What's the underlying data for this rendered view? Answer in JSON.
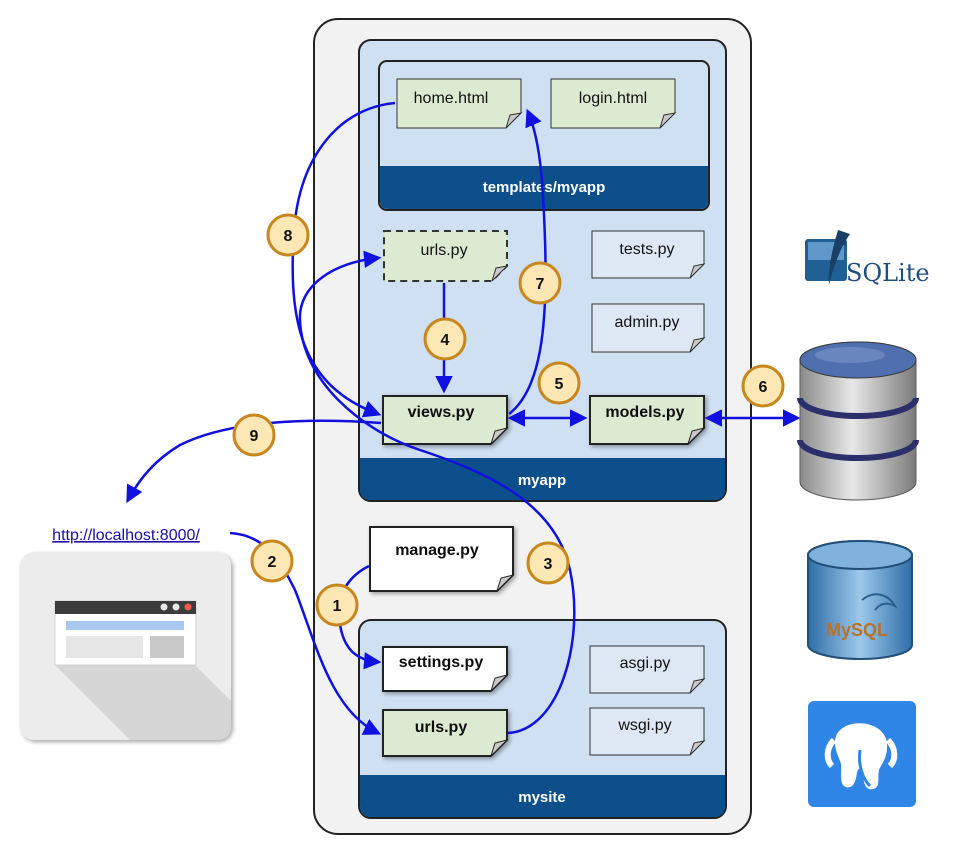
{
  "containers": {
    "myapp_bar": "myapp",
    "templates_bar": "templates/myapp",
    "mysite_bar": "mysite"
  },
  "files": {
    "home_html": "home.html",
    "login_html": "login.html",
    "app_urls": "urls.py",
    "tests": "tests.py",
    "admin": "admin.py",
    "views": "views.py",
    "models": "models.py",
    "manage": "manage.py",
    "settings": "settings.py",
    "site_urls": "urls.py",
    "asgi": "asgi.py",
    "wsgi": "wsgi.py"
  },
  "steps": [
    "1",
    "2",
    "3",
    "4",
    "5",
    "6",
    "7",
    "8",
    "9"
  ],
  "url": "http://localhost:8000/",
  "logos": {
    "sqlite": "SQLite",
    "mysql": "MySQL"
  },
  "colors": {
    "arrow": "#1010e0",
    "container_fill": "#cfe0f2",
    "bar_fill": "#0d4f8b",
    "file_fill": "#dcead2",
    "badge_fill": "#fde7b4",
    "badge_stroke": "#c8871e"
  }
}
